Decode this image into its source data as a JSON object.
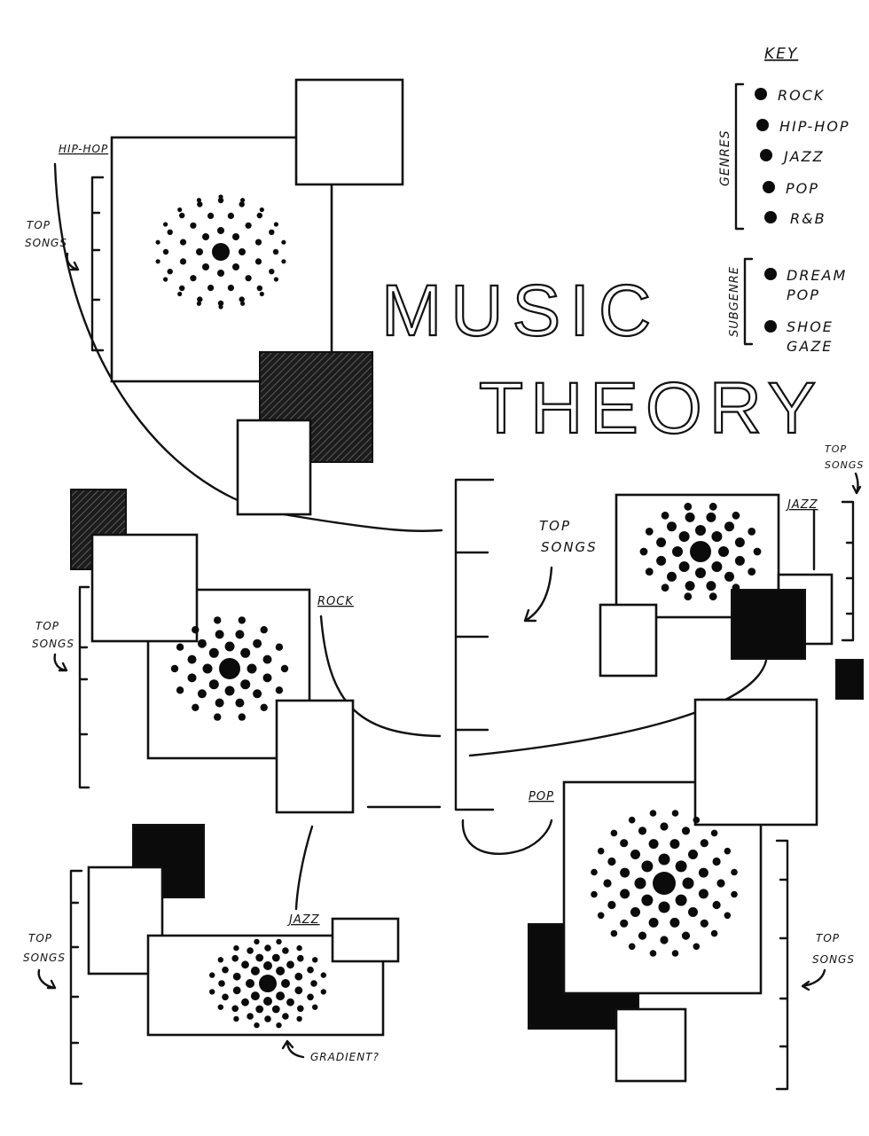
{
  "title": {
    "line1": "MUSIC",
    "line2": "THEORY"
  },
  "key": {
    "heading": "KEY",
    "genres_label": "GENRES",
    "genres": [
      "ROCK",
      "HIP-HOP",
      "JAZZ",
      "POP",
      "R&B"
    ],
    "subgenre_label": "SUBGENRE",
    "subgenres": [
      [
        "DREAM",
        "POP"
      ],
      [
        "SHOE",
        "GAZE"
      ]
    ]
  },
  "clusters": {
    "hiphop": {
      "genre": "HIP-HOP",
      "top_songs": [
        "TOP",
        "SONGS"
      ]
    },
    "rock": {
      "genre": "ROCK",
      "top_songs": [
        "TOP",
        "SONGS"
      ]
    },
    "jazz_bottom": {
      "genre": "JAZZ",
      "top_songs": [
        "TOP",
        "SONGS"
      ],
      "note": "GRADIENT?"
    },
    "jazz_right": {
      "genre": "JAZZ",
      "top_songs": [
        "TOP",
        "SONGS"
      ]
    },
    "pop": {
      "genre": "POP",
      "top_songs": [
        "TOP",
        "SONGS"
      ]
    },
    "center": {
      "top_songs": [
        "TOP",
        "SONGS"
      ]
    }
  },
  "colors": {
    "ink": "#111111",
    "paper": "#ffffff",
    "dark_texture": "#2b2b2b"
  }
}
